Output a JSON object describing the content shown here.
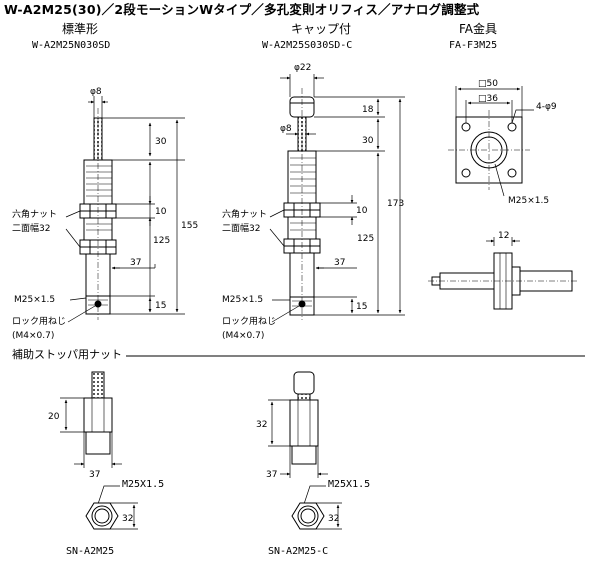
{
  "title": "W-A2M25(30)／2段モーションWタイプ／多孔変則オリフィス／アナログ調整式",
  "views": {
    "standard": {
      "heading": "標準形",
      "code": "W-A2M25N030SD",
      "dims": {
        "rod_dia": "φ8",
        "stroke": "30",
        "nut_w": "10",
        "body_len": "125",
        "total_len": "155",
        "hex_w": "37",
        "thread_len": "15",
        "nut_label_1": "六角ナット",
        "nut_label_2": "二面幅32",
        "thread": "M25×1.5",
        "lock_1": "ロック用ねじ",
        "lock_2": "(M4×0.7)"
      }
    },
    "capped": {
      "heading": "キャップ付",
      "code": "W-A2M25S030SD-C",
      "dims": {
        "cap_dia": "φ22",
        "cap_len": "18",
        "rod_dia": "φ8",
        "stroke": "30",
        "nut_w": "10",
        "body_len": "125",
        "total_len": "173",
        "hex_w": "37",
        "thread_len": "15",
        "nut_label_1": "六角ナット",
        "nut_label_2": "二面幅32",
        "thread": "M25×1.5",
        "lock_1": "ロック用ねじ",
        "lock_2": "(M4×0.7)"
      }
    },
    "fa": {
      "heading": "FA金具",
      "code": "FA-F3M25",
      "dims": {
        "outer": "□50",
        "inner": "□36",
        "holes": "4-φ9",
        "thread": "M25×1.5",
        "thickness": "12"
      }
    }
  },
  "section_label": "補助ストッパ用ナット",
  "stoppers": [
    {
      "code": "SN-A2M25",
      "height": "20",
      "hex_w": "37",
      "thread": "M25X1.5",
      "across": "32"
    },
    {
      "code": "SN-A2M25-C",
      "height": "32",
      "hex_w": "37",
      "thread": "M25X1.5",
      "across": "32"
    }
  ]
}
